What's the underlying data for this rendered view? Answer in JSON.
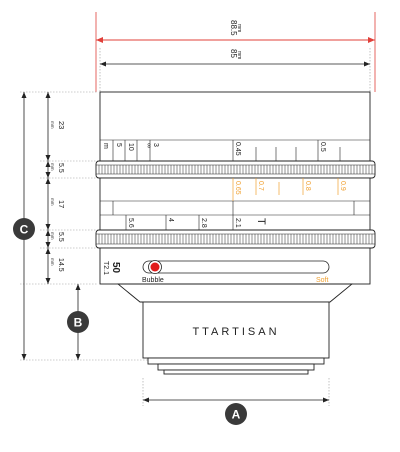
{
  "colors": {
    "line": "#222222",
    "dim_red": "#e0403a",
    "orange": "#f0a030",
    "badge_bg": "#3a3a3a",
    "badge_text": "#ffffff",
    "bubble_red": "#e11b1b",
    "text": "#222222"
  },
  "dimensions": {
    "overall_width": "88.5",
    "overall_width_unit": "mm",
    "body_width": "85",
    "body_width_unit": "mm",
    "seg_1": "23",
    "seg_2": "5.5",
    "seg_3": "17",
    "seg_4": "5.5",
    "seg_5": "14.5",
    "seg_unit": "mm"
  },
  "labels": {
    "A": "A",
    "B": "B",
    "C": "C"
  },
  "lens": {
    "brand": "TTARTISAN",
    "focal": "50",
    "aperture_mark": "T2.1",
    "bubble_label": "Bubble",
    "soft_label": "Soft",
    "distance_m": [
      "m",
      "∞",
      "10",
      "5",
      "3"
    ],
    "distance_near": [
      "0.45",
      "0.5"
    ],
    "aperture_scale": [
      "0.65",
      "0.7",
      "0.8",
      "0.9"
    ],
    "t_scale": [
      "5.6",
      "4",
      "2.8",
      "2.1",
      "T"
    ]
  }
}
